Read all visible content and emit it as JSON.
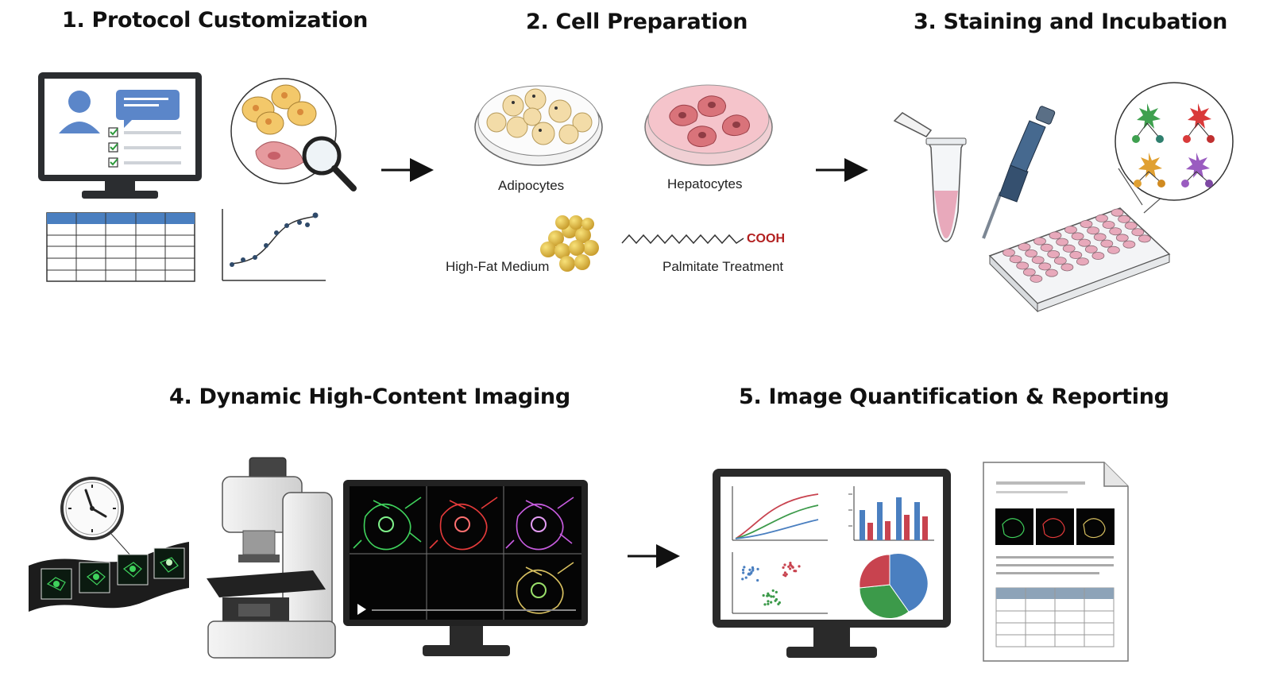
{
  "stages": [
    {
      "title": "1. Protocol Customization"
    },
    {
      "title": "2. Cell Preparation"
    },
    {
      "title": "3. Staining and Incubation"
    },
    {
      "title": "4. Dynamic High-Content Imaging"
    },
    {
      "title": "5. Image Quantification & Reporting"
    }
  ],
  "cell_preparation": {
    "adipocytes_label": "Adipocytes",
    "hepatocytes_label": "Hepatocytes",
    "high_fat_label": "High-Fat Medium",
    "palmitate_label": "Palmitate Treatment",
    "cooh_label": "COOH"
  },
  "colors": {
    "arrow": "#111111",
    "adipocyte": "#f3dca8",
    "hepatocyte": "#d9737a",
    "tube_liquid": "#e8a9bb",
    "green_stain": "#3fd25c",
    "red_stain": "#e53a3a",
    "purple_stain": "#c85ce0",
    "chart_blue": "#4a7fc0",
    "chart_red": "#c8434f",
    "chart_green": "#3c9a4a"
  }
}
